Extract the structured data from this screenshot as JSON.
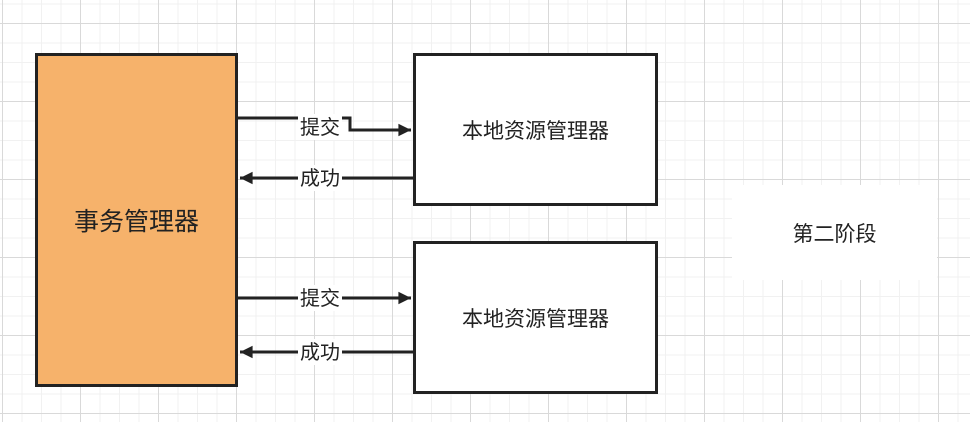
{
  "diagram": {
    "transaction_manager": {
      "label": "事务管理器",
      "fill": "#f6b26b"
    },
    "resource_manager_1": {
      "label": "本地资源管理器"
    },
    "resource_manager_2": {
      "label": "本地资源管理器"
    },
    "phase_label": "第二阶段",
    "edges": [
      {
        "from": "事务管理器",
        "to": "本地资源管理器",
        "label": "提交"
      },
      {
        "from": "本地资源管理器",
        "to": "事务管理器",
        "label": "成功"
      },
      {
        "from": "事务管理器",
        "to": "本地资源管理器",
        "label": "提交"
      },
      {
        "from": "本地资源管理器",
        "to": "事务管理器",
        "label": "成功"
      }
    ],
    "colors": {
      "stroke": "#222222",
      "grid": "#d9d9d9"
    }
  }
}
